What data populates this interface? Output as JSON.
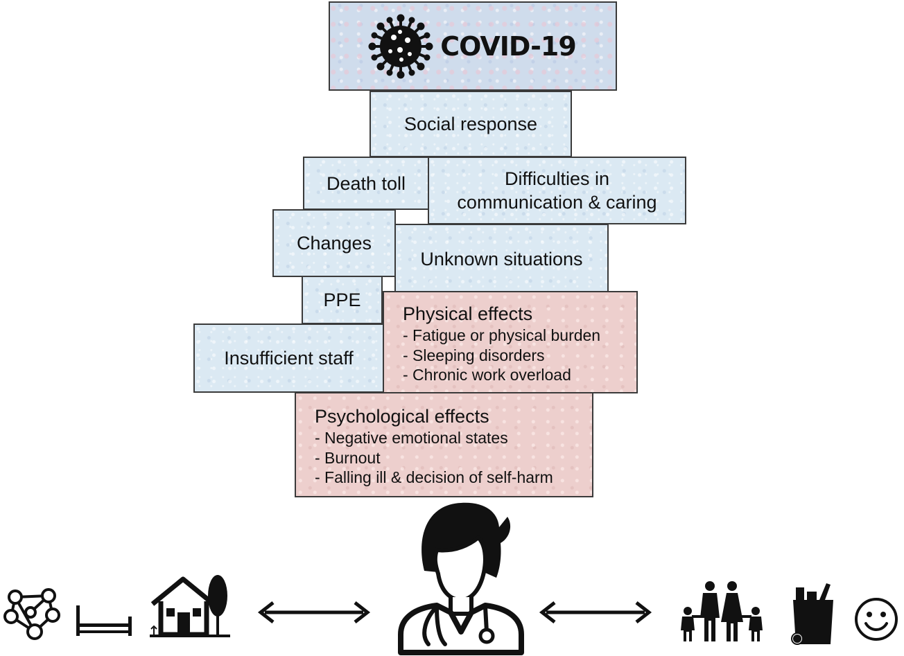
{
  "header": {
    "title": "COVID-19",
    "icon": "virus-icon"
  },
  "pressures": {
    "social_response": "Social response",
    "death_toll": "Death toll",
    "communication": [
      "Difficulties in",
      "communication & caring"
    ],
    "changes": "Changes",
    "unknown": "Unknown situations",
    "ppe": "PPE",
    "staff": "Insufficient staff"
  },
  "physical": {
    "title": "Physical effects",
    "items": [
      "- Fatigue or physical burden",
      "- Sleeping disorders",
      "- Chronic work overload"
    ]
  },
  "psychological": {
    "title": "Psychological effects",
    "items": [
      "- Negative emotional states",
      "- Burnout",
      "- Falling ill & decision of self-harm"
    ]
  },
  "icons": {
    "left": [
      "social-network-icon",
      "bed-icon",
      "house-icon"
    ],
    "center": "healthcare-worker-icon",
    "right": [
      "family-icon",
      "grocery-bag-icon",
      "smiley-icon"
    ],
    "arrows": "double-arrow-icon"
  },
  "colors": {
    "pressure_fill": "#dbe9f3",
    "effect_fill": "#edcfcd",
    "border": "#3a3a3a"
  }
}
